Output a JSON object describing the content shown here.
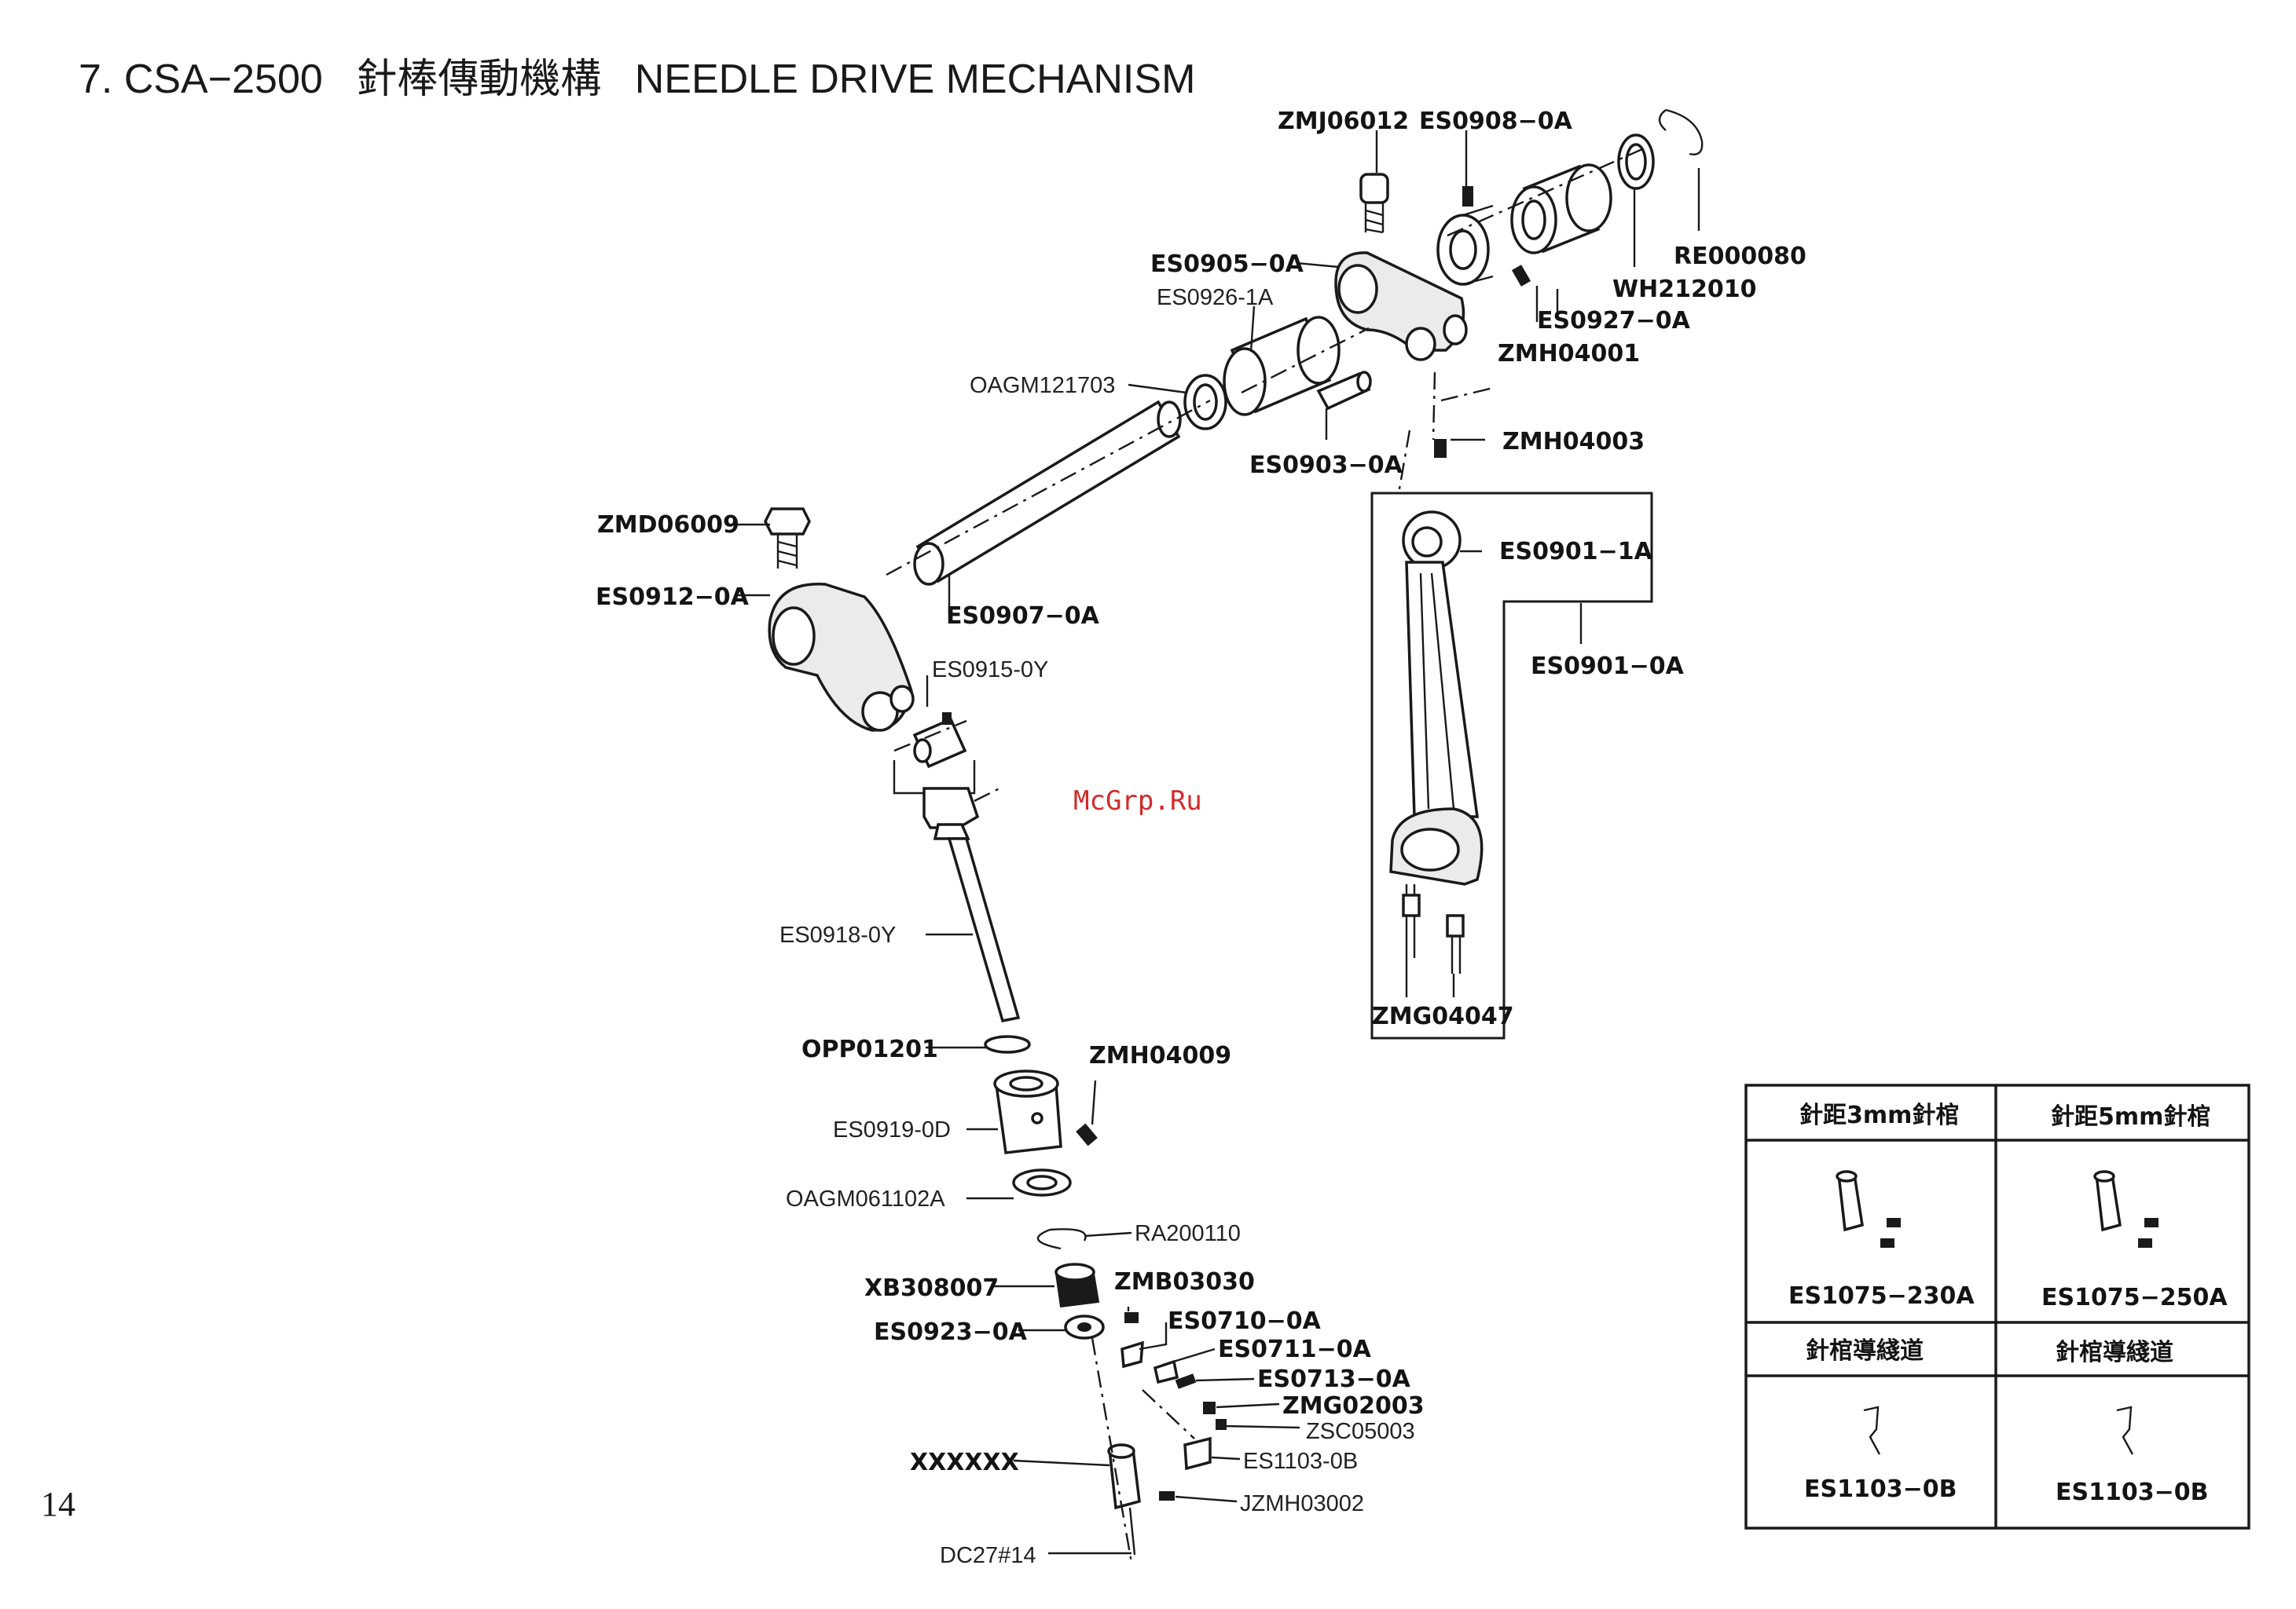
{
  "header": {
    "model": "7. CSA−2500",
    "title_cn": "針棒傳動機構",
    "title_en": "NEEDLE DRIVE MECHANISM"
  },
  "page_number": "14",
  "watermark": "McGrp.Ru",
  "parts": {
    "zmj06012": "ZMJ06012",
    "es0908": "ES0908−0A",
    "re000080": "RE000080",
    "wh212010": "WH212010",
    "es0905": "ES0905−0A",
    "es0926": "ES0926-1A",
    "es0927": "ES0927−0A",
    "zmh04001": "ZMH04001",
    "oagm121703": "OAGM121703",
    "es0903": "ES0903−0A",
    "zmh04003": "ZMH04003",
    "zmd06009": "ZMD06009",
    "es0901_1a": "ES0901−1A",
    "es0912": "ES0912−0A",
    "es0907": "ES0907−0A",
    "es0901_0a": "ES0901−0A",
    "es0915": "ES0915-0Y",
    "es0918": "ES0918-0Y",
    "zmg04047": "ZMG04047",
    "opp01201": "OPP01201",
    "zmh04009": "ZMH04009",
    "es0919": "ES0919-0D",
    "oagm061102a": "OAGM061102A",
    "ra200110": "RA200110",
    "xb308007": "XB308007",
    "zmb03030": "ZMB03030",
    "es0710": "ES0710−0A",
    "es0923": "ES0923−0A",
    "es0711": "ES0711−0A",
    "es0713": "ES0713−0A",
    "zmg02003": "ZMG02003",
    "zsc05003": "ZSC05003",
    "xxxxxx": "XXXXXX",
    "es1103": "ES1103-0B",
    "jzmh03002": "JZMH03002",
    "dc27": "DC27#14"
  },
  "table": {
    "headers": [
      "針距3mm針棺",
      "針距5mm針棺"
    ],
    "row1": [
      "ES1075−230A",
      "ES1075−250A"
    ],
    "subheaders": [
      "針棺導綫道",
      "針棺導綫道"
    ],
    "row2": [
      "ES1103−0B",
      "ES1103−0B"
    ]
  }
}
